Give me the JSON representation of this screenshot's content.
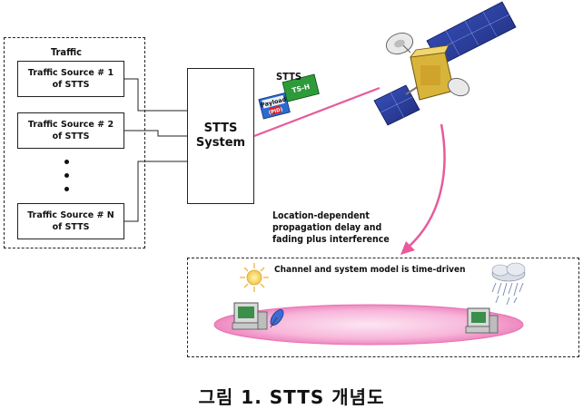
{
  "traffic_label": "Traffic",
  "sources": [
    {
      "line1": "Traffic Source # 1",
      "line2": "of STTS"
    },
    {
      "line1": "Traffic Source # 2",
      "line2": "of STTS"
    },
    {
      "line1": "Traffic Source # N",
      "line2": "of STTS"
    }
  ],
  "stts_system": {
    "line1": "STTS",
    "line2": "System"
  },
  "stts_label": "STTS",
  "packet": {
    "payload": "Payload",
    "pid": "(PID)",
    "ts": "TS-H"
  },
  "propagation": {
    "line1": "Location-dependent",
    "line2": "propagation delay and",
    "line3": "fading plus interference"
  },
  "environment": {
    "note": "Channel and system model is time-driven"
  },
  "caption": "그림 1. STTS 개념도",
  "colors": {
    "link_pink": "#e85a9a",
    "ellipse_pink": "#f5a3cf",
    "satellite_panel": "#2c3f9c",
    "satellite_body": "#d9b43a",
    "packet_green": "#2e9b3a",
    "packet_blue": "#2a6bd1",
    "pid_red": "#d8232a"
  },
  "icons": [
    "satellite-icon",
    "sun-icon",
    "rain-cloud-icon",
    "terminal-icon"
  ]
}
